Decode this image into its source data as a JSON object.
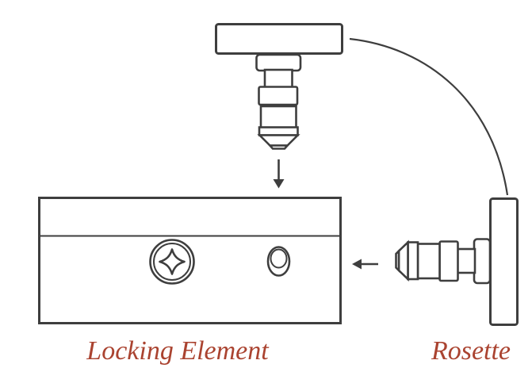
{
  "labels": {
    "locking_element": "Locking Element",
    "rosette": "Rosette"
  },
  "colors": {
    "bg": "#ffffff",
    "line": "#3e3e3e",
    "label": "#aa4330"
  },
  "icons": {
    "down_arrow": "arrow pointing down (insert pin into locking element)",
    "left_arrow": "arrow pointing left (insert rosette pin into locking element)",
    "curved_connector": "quarter-circle leader line from top plate to rosette plate"
  }
}
